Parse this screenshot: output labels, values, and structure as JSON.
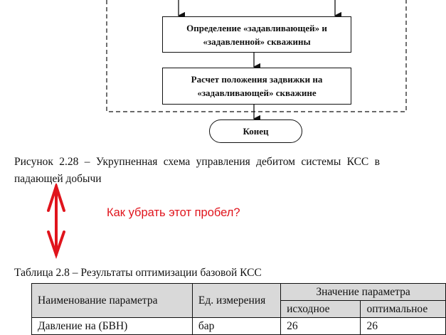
{
  "flowchart": {
    "box1": "Определение «задавливающей» и «задавленной» скважины",
    "box2": "Расчет положения задвижки на «задавливающей» скважине",
    "end": "Конец"
  },
  "figure_caption_line1": "Рисунок 2.28 – Укрупненная схема управления дебитом системы КСС в",
  "figure_caption_line2": "падающей добычи",
  "annotation": {
    "text": "Как убрать этот пробел?",
    "color": "#e0141c"
  },
  "table_caption": "Таблица 2.8 – Результаты оптимизации базовой КСС",
  "table": {
    "headers": {
      "param": "Наименование параметра",
      "unit": "Ед. измерения",
      "value": "Значение параметра",
      "initial": "исходное",
      "optimal": "оптимальное"
    },
    "rows": [
      {
        "param": "Давление на (БВН)",
        "unit": "бар",
        "initial": "26",
        "optimal": "26"
      }
    ]
  }
}
